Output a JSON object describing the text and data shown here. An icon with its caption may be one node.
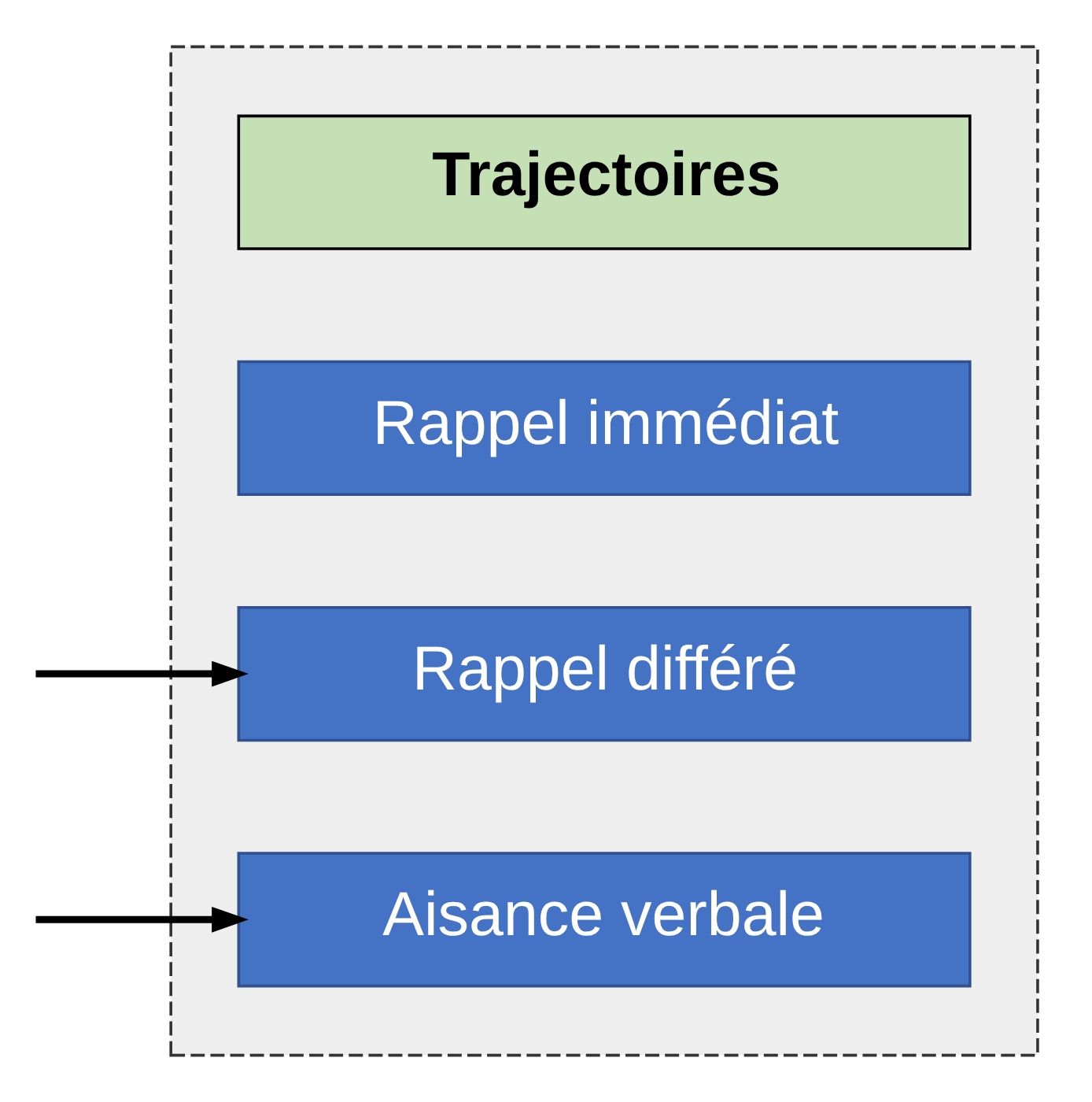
{
  "diagram": {
    "nodes": [
      {
        "text": [],
        "shape": "box"
      },
      {
        "text": [
          "Trajectoires"
        ],
        "in": 0
      },
      {
        "text": [
          "Rappel immédiat"
        ],
        "in": 0
      },
      {
        "text": [
          "Rappel différé"
        ],
        "in": 0
      },
      {
        "text": [
          "Aisance verbale"
        ],
        "in": 0
      }
    ],
    "edges": [
      {
        "from": null,
        "to": 3,
        "arrow": "to"
      },
      {
        "from": null,
        "to": 4,
        "arrow": "to"
      }
    ]
  }
}
